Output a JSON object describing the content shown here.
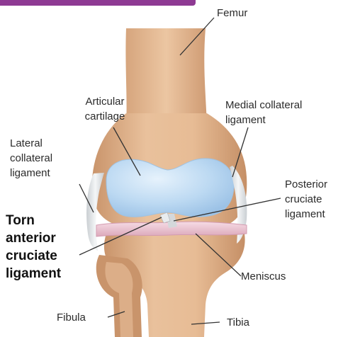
{
  "labels": {
    "femur": "Femur",
    "articular_cartilage_1": "Articular",
    "articular_cartilage_2": "cartilage",
    "medial_collateral_1": "Medial collateral",
    "medial_collateral_2": "ligament",
    "lateral_collateral_1": "Lateral",
    "lateral_collateral_2": "collateral",
    "lateral_collateral_3": "ligament",
    "posterior_cruciate_1": "Posterior",
    "posterior_cruciate_2": "cruciate",
    "posterior_cruciate_3": "ligament",
    "torn_acl_1": "Torn",
    "torn_acl_2": "anterior",
    "torn_acl_3": "cruciate",
    "torn_acl_4": "ligament",
    "meniscus": "Meniscus",
    "fibula": "Fibula",
    "tibia": "Tibia"
  },
  "colors": {
    "bone": "#e2b48d",
    "bone_shadow": "#c48f66",
    "cartilage": "#bcd9f2",
    "ligament": "#e3e7ea",
    "meniscus": "#efc9d6",
    "accent_bar": "#8e3a93"
  }
}
